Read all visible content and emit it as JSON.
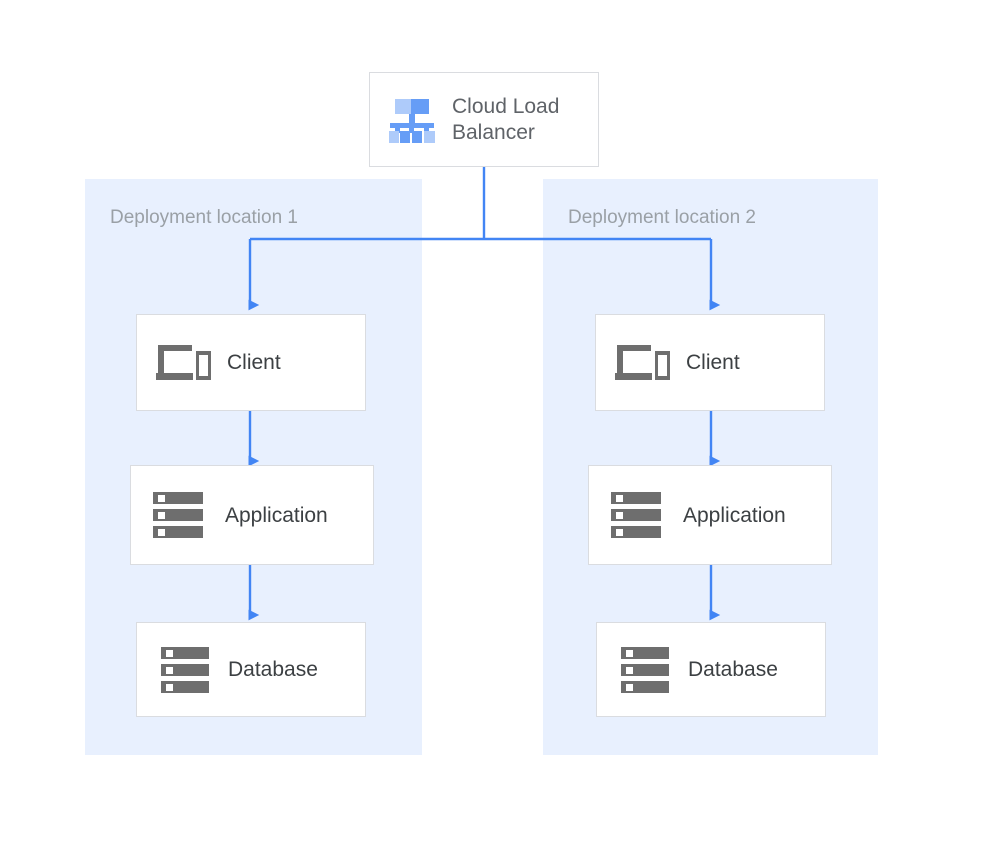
{
  "diagram": {
    "title_text_present": false,
    "colors": {
      "zone_background": "#e8f0fe",
      "connector_blue": "#4285f4",
      "node_border": "#dadce0",
      "node_background": "#ffffff",
      "zone_label_gray": "#9aa0a6",
      "node_label_gray": "#3c4043",
      "lb_label_gray": "#5f6368",
      "server_icon_gray": "#6e6e6e",
      "lb_icon_blue_dark": "#669df6",
      "lb_icon_blue_light": "#aecbfa"
    },
    "load_balancer": {
      "label": "Cloud Load Balancer",
      "icon": "hierarchy-icon"
    },
    "zones": [
      {
        "label": "Deployment location 1",
        "nodes": [
          {
            "label": "Client",
            "icon": "devices-icon"
          },
          {
            "label": "Application",
            "icon": "server-stack-icon"
          },
          {
            "label": "Database",
            "icon": "server-stack-icon"
          }
        ]
      },
      {
        "label": "Deployment location 2",
        "nodes": [
          {
            "label": "Client",
            "icon": "devices-icon"
          },
          {
            "label": "Application",
            "icon": "server-stack-icon"
          },
          {
            "label": "Database",
            "icon": "server-stack-icon"
          }
        ]
      }
    ]
  }
}
